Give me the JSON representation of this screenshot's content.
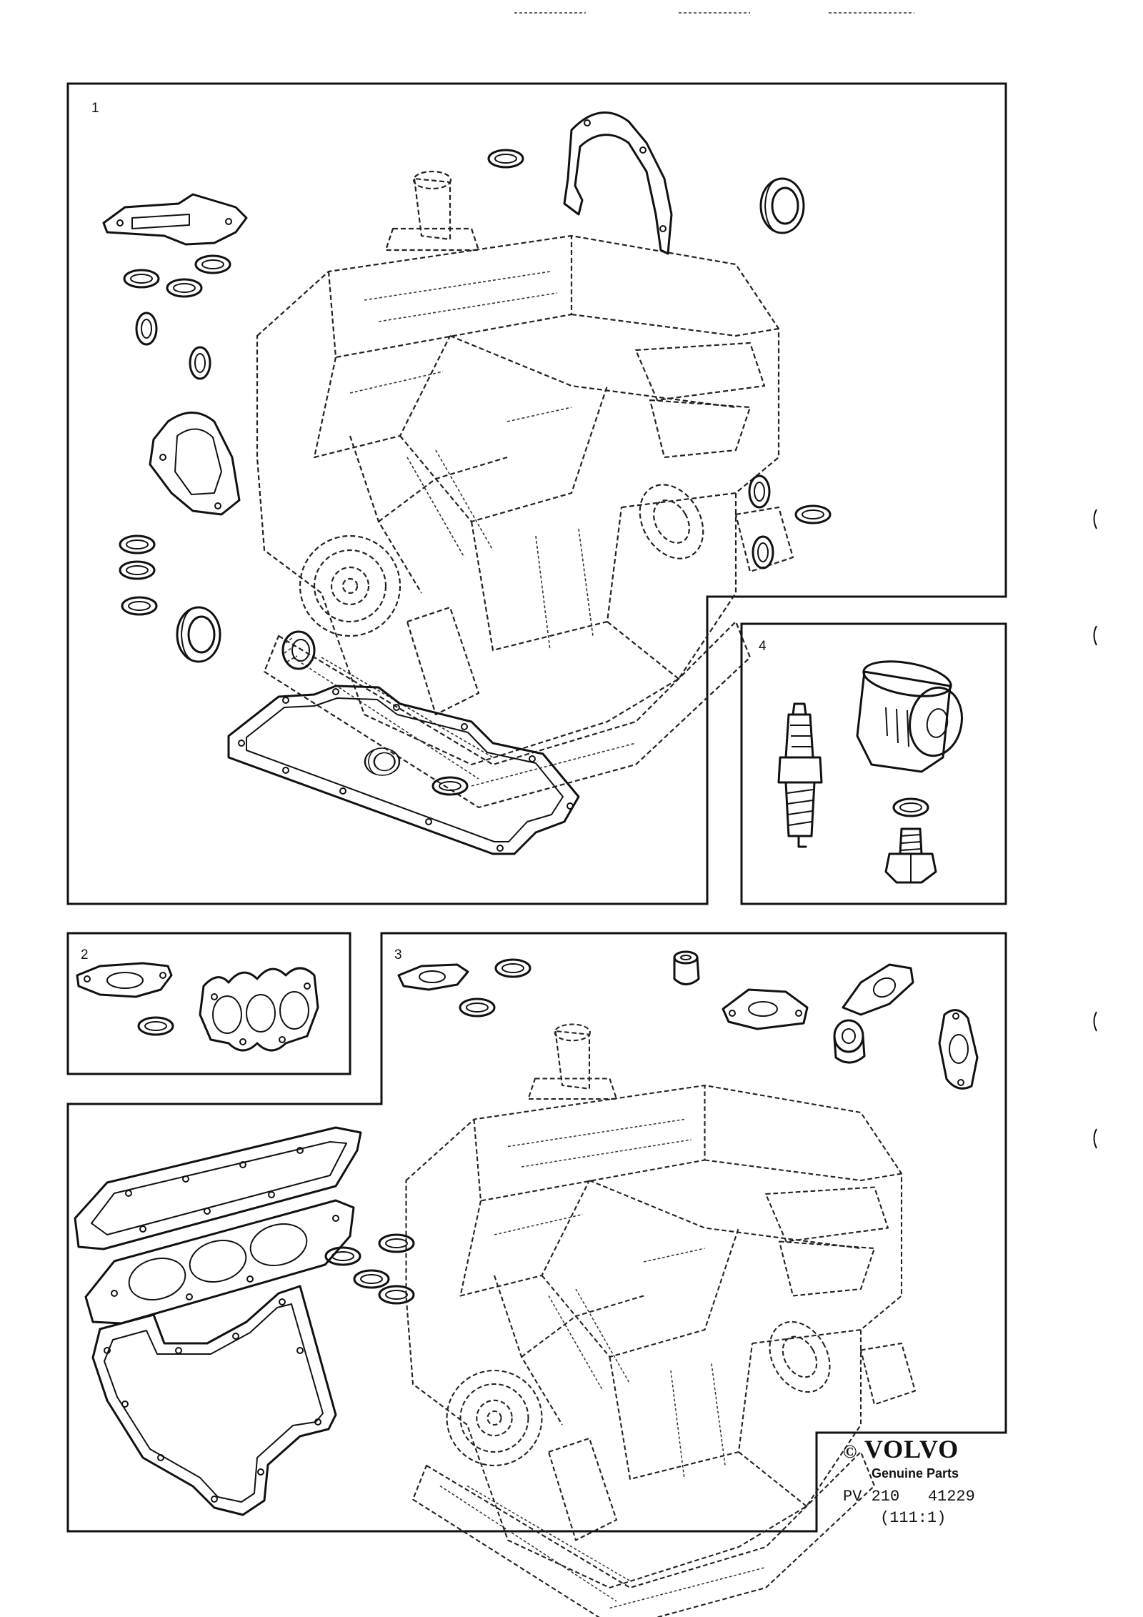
{
  "panels": [
    {
      "id": "1",
      "label": "1"
    },
    {
      "id": "2",
      "label": "2"
    },
    {
      "id": "3",
      "label": "3"
    },
    {
      "id": "4",
      "label": "4"
    }
  ],
  "logo": {
    "copyright": "©",
    "brand": "VOLVO",
    "subtitle": "Genuine Parts",
    "part_ref": "PV 210   41229",
    "page_ref": "(111:1)"
  },
  "icons": {
    "engine": "engine-block-icon",
    "gasket": "gasket-icon",
    "o_ring": "o-ring-icon",
    "seal": "shaft-seal-icon",
    "oil_filter": "oil-filter-icon",
    "spark_plug": "spark-plug-icon",
    "drain_plug": "drain-plug-icon"
  }
}
